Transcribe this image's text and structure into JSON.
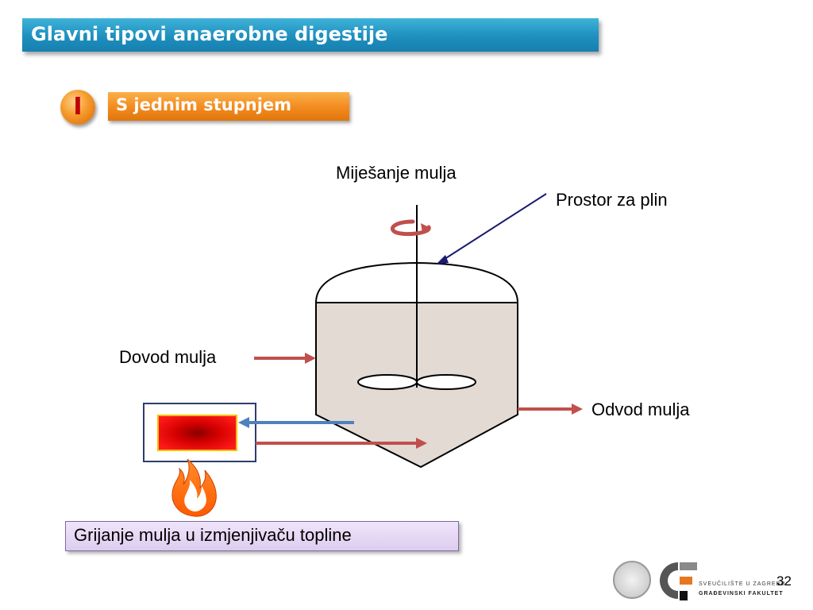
{
  "title": "Glavni tipovi anaerobne digestije",
  "badge": "I",
  "subtitle": "S jednim stupnjem",
  "labels": {
    "mixing": "Miješanje mulja",
    "gas_space": "Prostor za plin",
    "inlet": "Dovod mulja",
    "outlet": "Odvod mulja"
  },
  "note": "Grijanje mulja u izmjenjivaču topline",
  "logo": {
    "line1": "SVEUČILIŠTE U ZAGREBU",
    "line2": "GRAĐEVINSKI FAKULTET"
  },
  "page_number": "32",
  "colors": {
    "title_bar": "#1e8fbe",
    "subtitle_bar": "#f28a1e",
    "tank_fill": "#e2dad3",
    "red_arrow": "#c0504d",
    "blue_arrow": "#4f81bd",
    "heater": "#e00000",
    "note_fill": "#e6d8f4"
  },
  "icons": {
    "rotation": "rotation-arrow-icon",
    "flame": "flame-icon"
  }
}
